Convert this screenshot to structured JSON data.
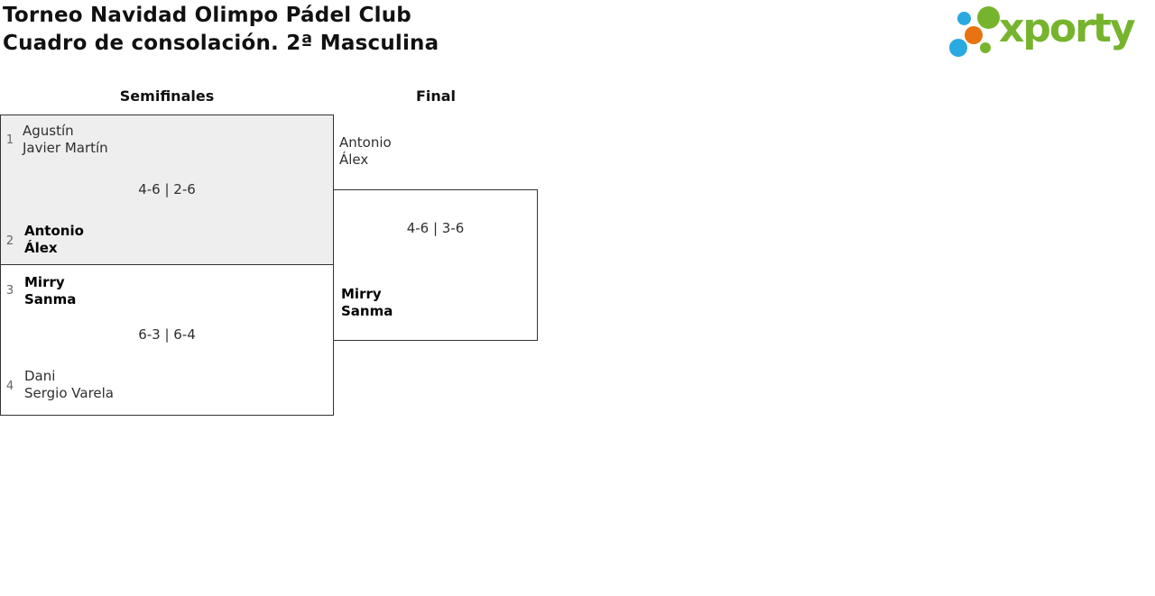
{
  "header": {
    "title_line1": "Torneo Navidad Olimpo Pádel Club",
    "title_line2": "Cuadro de consolación. 2ª Masculina"
  },
  "logo": {
    "text": "xporty",
    "colors": {
      "green": "#76b42e",
      "blue": "#2aa9e0",
      "orange": "#e87411"
    }
  },
  "rounds": {
    "semifinals_label": "Semifinales",
    "final_label": "Final"
  },
  "matches": {
    "sf1": {
      "seed1": "1",
      "team1_player1": "Agustín",
      "team1_player2": "Javier Martín",
      "score": "4-6 | 2-6",
      "seed2": "2",
      "team2_player1": "Antonio",
      "team2_player2": "Álex",
      "winner": "team2"
    },
    "sf2": {
      "seed1": "3",
      "team1_player1": "Mirry",
      "team1_player2": "Sanma",
      "score": "6-3 | 6-4",
      "seed2": "4",
      "team2_player1": "Dani",
      "team2_player2": "Sergio Varela",
      "winner": "team1"
    },
    "final": {
      "team1_player1": "Antonio",
      "team1_player2": "Álex",
      "score": "4-6 | 3-6",
      "team2_player1": "Mirry",
      "team2_player2": "Sanma",
      "winner": "team2"
    }
  },
  "styles": {
    "highlight_box_bg": "#eeeeee",
    "box_border": "#333333",
    "winner_text": "#000000",
    "default_text": "#2f2f2f",
    "seed_text": "#666666"
  }
}
